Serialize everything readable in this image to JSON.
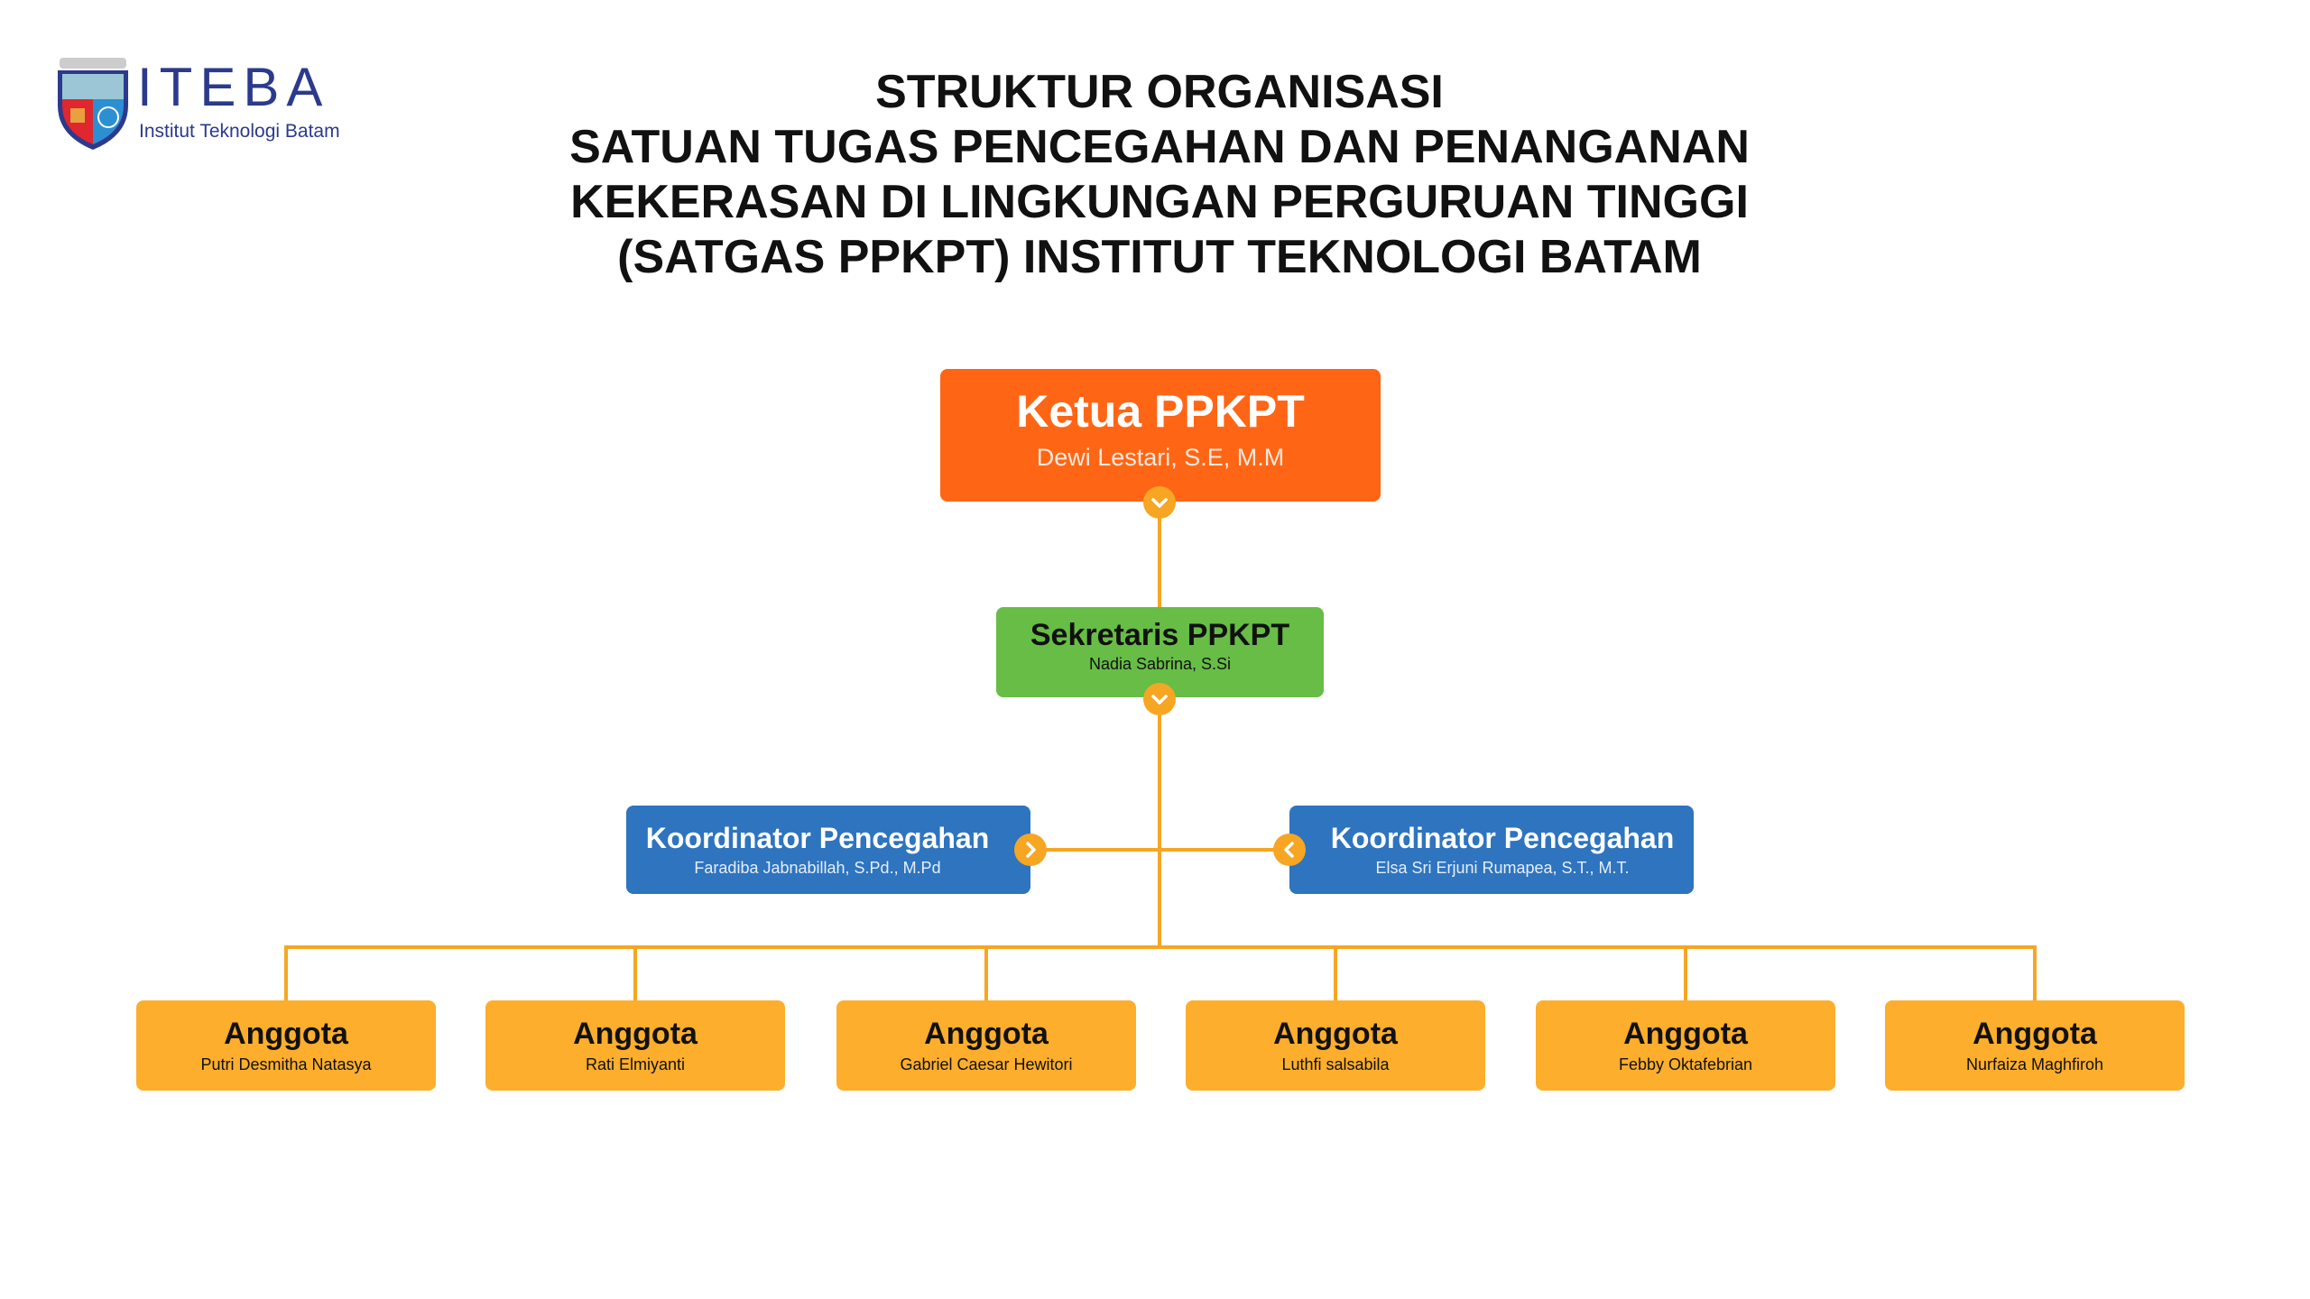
{
  "logo": {
    "name": "ITEBA",
    "subtitle": "Institut Teknologi Batam"
  },
  "title": [
    "STRUKTUR ORGANISASI",
    "SATUAN TUGAS PENCEGAHAN DAN PENANGANAN",
    "KEKERASAN DI LINGKUNGAN PERGURUAN TINGGI",
    "(SATGAS PPKPT) INSTITUT TEKNOLOGI BATAM"
  ],
  "ketua": {
    "role": "Ketua PPKPT",
    "name": "Dewi Lestari, S.E, M.M"
  },
  "sekretaris": {
    "role": "Sekretaris PPKPT",
    "name": "Nadia Sabrina, S.Si"
  },
  "koordinator": [
    {
      "role": "Koordinator Pencegahan",
      "name": "Faradiba Jabnabillah, S.Pd., M.Pd"
    },
    {
      "role": "Koordinator Pencegahan",
      "name": "Elsa Sri Erjuni Rumapea, S.T., M.T."
    }
  ],
  "anggota": [
    {
      "role": "Anggota",
      "name": "Putri Desmitha Natasya"
    },
    {
      "role": "Anggota",
      "name": "Rati Elmiyanti"
    },
    {
      "role": "Anggota",
      "name": "Gabriel Caesar Hewitori"
    },
    {
      "role": "Anggota",
      "name": "Luthfi salsabila"
    },
    {
      "role": "Anggota",
      "name": "Febby Oktafebrian"
    },
    {
      "role": "Anggota",
      "name": "Nurfaiza Maghfiroh"
    }
  ],
  "colors": {
    "ketua": "#fe6615",
    "sekretaris": "#67bd45",
    "koordinator": "#2e74bf",
    "anggota": "#fdae2c",
    "connector": "#f6a623"
  }
}
